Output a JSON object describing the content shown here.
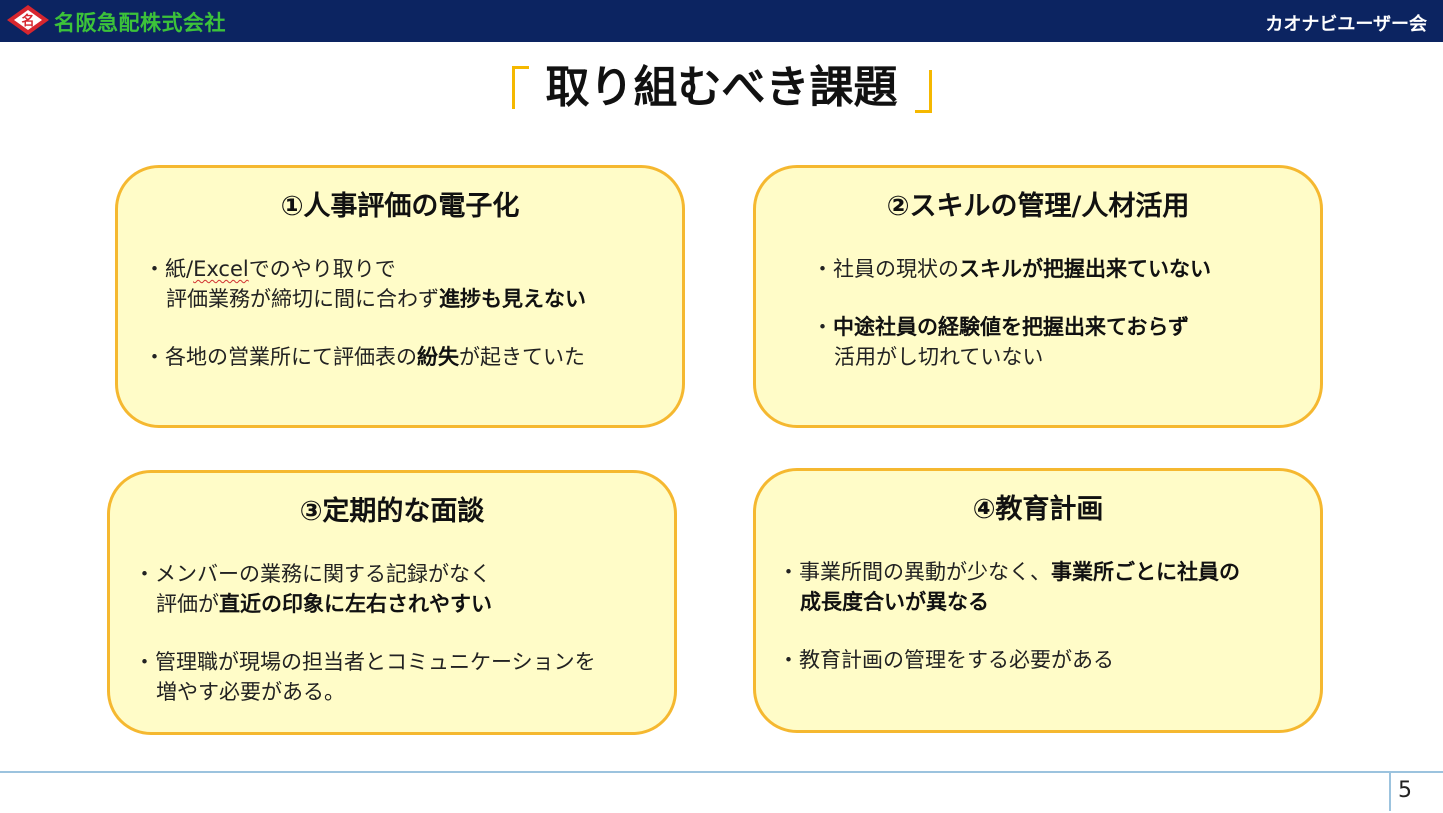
{
  "header": {
    "company": "名阪急配株式会社",
    "event": "カオナビユーザー会",
    "logo_glyph": "名"
  },
  "title": "取り組むべき課題",
  "cards": [
    {
      "heading": "①人事評価の電子化",
      "bullets": [
        [
          "・紙/",
          "Excel",
          "でのやり取りで",
          "評価業務が締切に間に合わず",
          "進捗も見えない"
        ],
        [
          "・各地の営業所にて評価表の",
          "紛失",
          "が起きていた"
        ]
      ]
    },
    {
      "heading": "②スキルの管理/人材活用",
      "bullets": [
        [
          "・社員の現状の",
          "スキルが把握出来ていない"
        ],
        [
          "・",
          "中途社員の経験値を把握出来ておらず",
          "活用がし切れていない"
        ]
      ]
    },
    {
      "heading": "③定期的な面談",
      "bullets": [
        [
          "・メンバーの業務に関する記録がなく",
          "評価が",
          "直近の印象に左右されやすい"
        ],
        [
          "・管理職が現場の担当者とコミュニケーションを",
          "増やす必要がある。"
        ]
      ]
    },
    {
      "heading": "④教育計画",
      "bullets": [
        [
          "・事業所間の異動が少なく、",
          "事業所ごとに社員の",
          "成長度合いが異なる"
        ],
        [
          "・教育計画の管理をする必要がある"
        ]
      ]
    }
  ],
  "footer": {
    "page_number": "5"
  },
  "colors": {
    "header_bg": "#0c2461",
    "company_text": "#3cc23a",
    "card_fill": "#fffcc8",
    "card_border": "#f5b830",
    "bracket": "#f5b800",
    "logo_red": "#d7262f"
  }
}
